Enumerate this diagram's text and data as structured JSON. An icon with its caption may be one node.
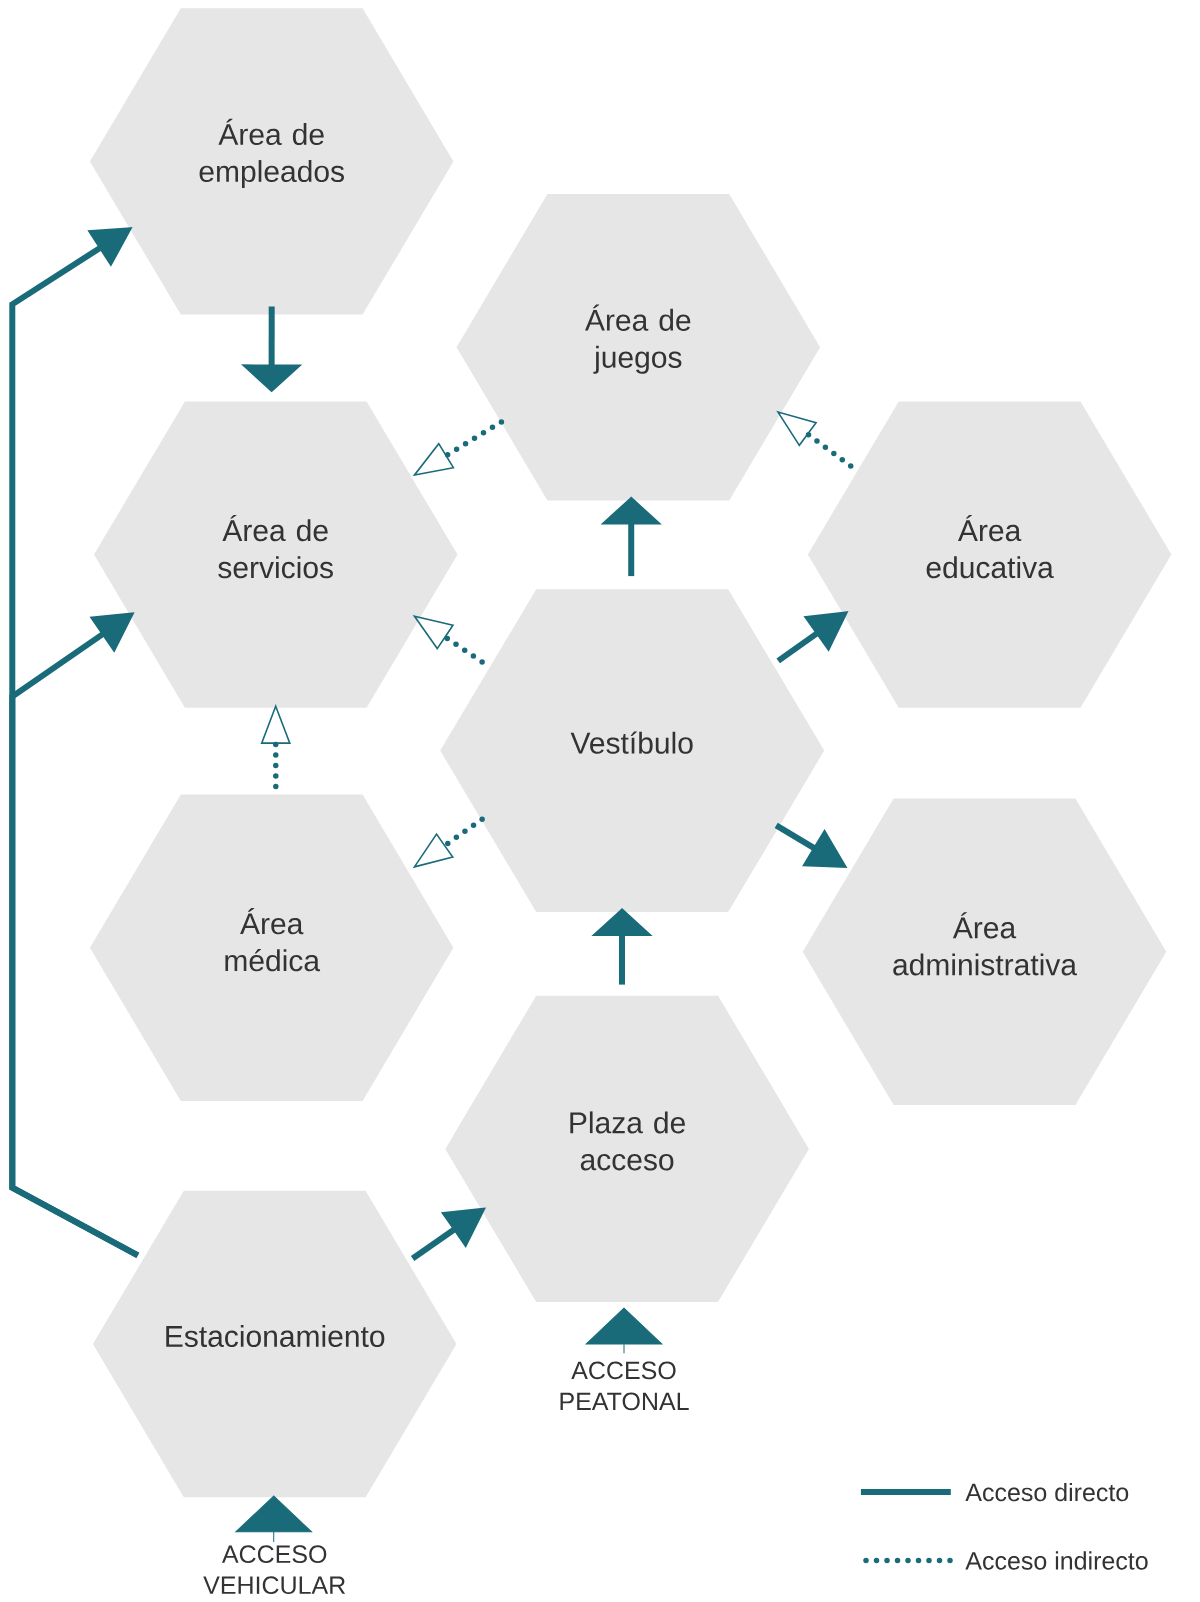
{
  "diagram": {
    "nodes": [
      {
        "text": [
          "Área de empleados"
        ]
      },
      {
        "text": [
          "Área de juegos"
        ]
      },
      {
        "text": [
          "Área de servicios"
        ]
      },
      {
        "text": [
          "Área educativa"
        ]
      },
      {
        "text": [
          "Vestíbulo"
        ]
      },
      {
        "text": [
          "Área médica"
        ]
      },
      {
        "text": [
          "Área administrativa"
        ]
      },
      {
        "text": [
          "Plaza de acceso"
        ]
      },
      {
        "text": [
          "Estacionamiento"
        ]
      },
      {
        "text": [
          "ACCESO PEATONAL"
        ]
      },
      {
        "text": [
          "ACCESO VEHICULAR"
        ]
      }
    ],
    "edges": [
      {
        "from": 0,
        "to": 2,
        "arrow": "to"
      },
      {
        "from": 4,
        "to": 1,
        "arrow": "to"
      },
      {
        "from": 4,
        "to": 3,
        "arrow": "to"
      },
      {
        "from": 4,
        "to": 6,
        "arrow": "to"
      },
      {
        "from": 7,
        "to": 4,
        "arrow": "to"
      },
      {
        "from": 8,
        "to": 7,
        "arrow": "to"
      },
      {
        "from": 8,
        "to": 0,
        "arrow": "to"
      },
      {
        "from": 8,
        "to": 2,
        "arrow": "to"
      },
      {
        "from": 1,
        "to": 2,
        "arrow": "to",
        "style": "dashed"
      },
      {
        "from": 3,
        "to": 1,
        "arrow": "to",
        "style": "dashed"
      },
      {
        "from": 4,
        "to": 2,
        "arrow": "to",
        "style": "dashed"
      },
      {
        "from": 4,
        "to": 5,
        "arrow": "to",
        "style": "dashed"
      },
      {
        "from": 5,
        "to": 2,
        "arrow": "to",
        "style": "dashed"
      },
      {
        "from": 9,
        "to": 7,
        "arrow": "to"
      },
      {
        "from": 10,
        "to": 8,
        "arrow": "to"
      }
    ],
    "legend": [
      {
        "text": "Acceso directo"
      },
      {
        "text": "Acceso indirecto"
      }
    ]
  }
}
